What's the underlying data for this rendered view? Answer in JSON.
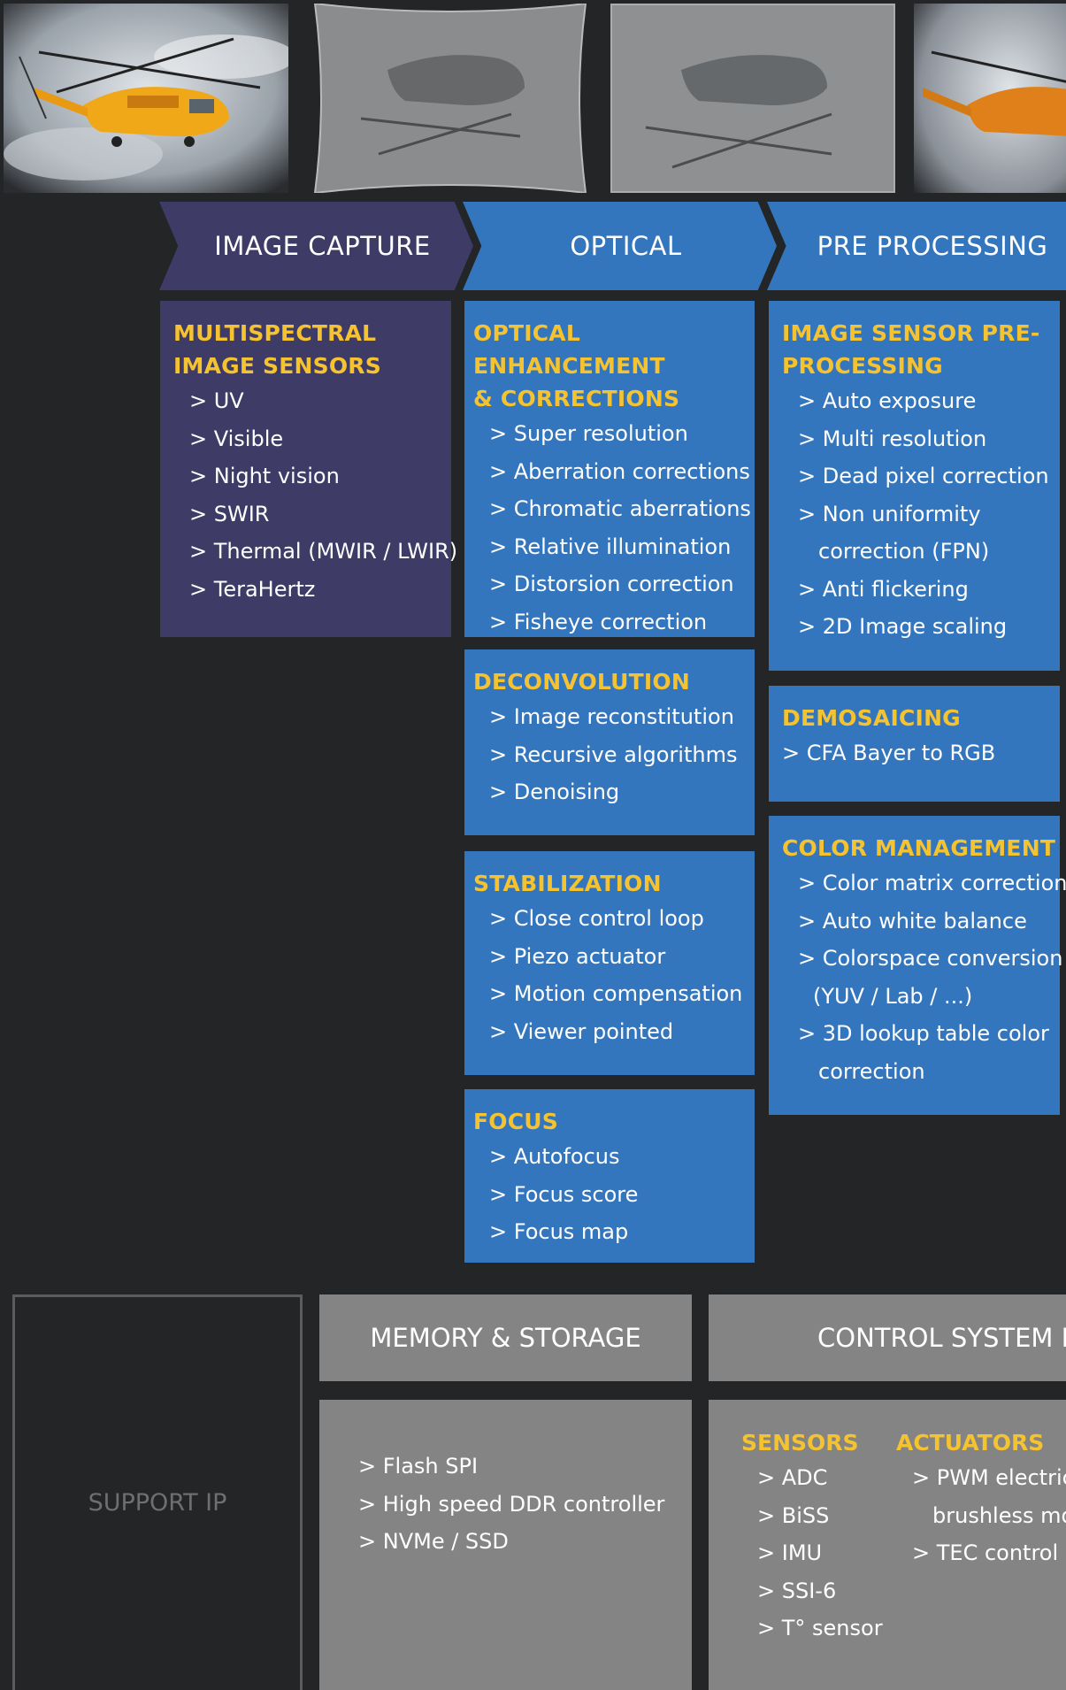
{
  "stages": {
    "capture": "IMAGE CAPTURE",
    "optical": "OPTICAL",
    "pre": "PRE PROCESSING"
  },
  "capture_box": {
    "title": [
      "MULTISPECTRAL",
      "IMAGE SENSORS"
    ],
    "items": [
      "> UV",
      "> Visible",
      "> Night vision",
      "> SWIR",
      "> Thermal (MWIR / LWIR)",
      "> TeraHertz"
    ]
  },
  "optical_boxes": [
    {
      "title": [
        "OPTICAL ENHANCEMENT",
        "& CORRECTIONS"
      ],
      "items": [
        "> Super resolution",
        "> Aberration corrections",
        "> Chromatic aberrations",
        "> Relative illumination",
        "> Distorsion correction",
        "> Fisheye correction"
      ]
    },
    {
      "title": [
        "DECONVOLUTION"
      ],
      "items": [
        "> Image reconstitution",
        "> Recursive algorithms",
        "> Denoising"
      ]
    },
    {
      "title": [
        "STABILIZATION"
      ],
      "items": [
        "> Close control loop",
        "> Piezo actuator",
        "> Motion compensation",
        "> Viewer pointed"
      ]
    },
    {
      "title": [
        "FOCUS"
      ],
      "items": [
        "> Autofocus",
        "> Focus score",
        "> Focus map"
      ]
    }
  ],
  "pre_boxes": [
    {
      "title": [
        "IMAGE SENSOR PRE-",
        "PROCESSING"
      ],
      "items": [
        "> Auto exposure",
        "> Multi resolution",
        "> Dead pixel correction",
        "> Non uniformity",
        "correction (FPN)",
        "> Anti flickering",
        "> 2D Image scaling"
      ]
    },
    {
      "title": [
        "DEMOSAICING"
      ],
      "items": [
        "> CFA Bayer to RGB"
      ]
    },
    {
      "title": [
        "COLOR MANAGEMENT"
      ],
      "items": [
        "> Color matrix correction",
        "> Auto white balance",
        "> Colorspace conversion",
        "(YUV / Lab / ...)",
        "> 3D lookup table color",
        "correction"
      ]
    }
  ],
  "support": {
    "label": "SUPPORT IP",
    "memory_title": "MEMORY & STORAGE",
    "memory_items": [
      "> Flash SPI",
      "> High speed DDR controller",
      "> NVMe / SSD"
    ],
    "control_title": "CONTROL SYSTEM El",
    "sensors_title": "SENSORS",
    "sensors_items": [
      "> ADC",
      "> BiSS",
      "> IMU",
      "> SSI-6",
      "> T° sensor"
    ],
    "actuators_title": "ACTUATORS",
    "actuators_items": [
      "> PWM electric",
      "brushless mo",
      "> TEC control"
    ]
  },
  "colors": {
    "background": "#232526",
    "capture": "#3e3b66",
    "blue": "#3476bd",
    "accent": "#f5c230",
    "grey": "#848484"
  }
}
